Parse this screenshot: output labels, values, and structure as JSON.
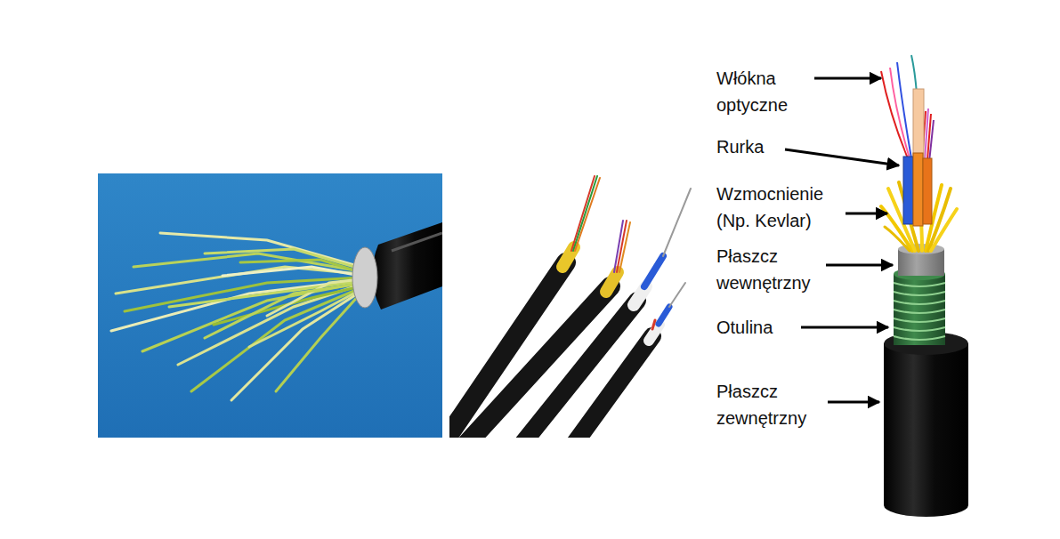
{
  "diagram": {
    "labels": [
      "Włókna optyczne",
      "Rurka",
      "Wzmocnienie (Np. Kevlar)",
      "Płaszcz wewnętrzny",
      "Otulina",
      "Płaszcz zewnętrzny"
    ]
  }
}
